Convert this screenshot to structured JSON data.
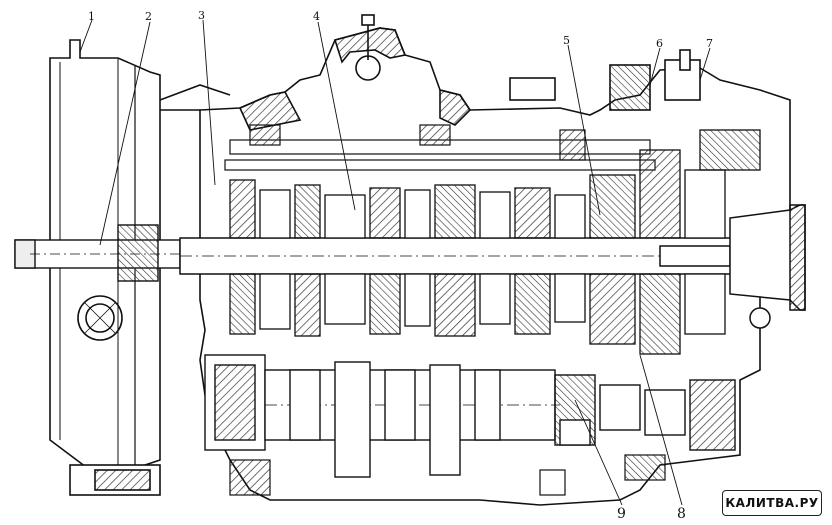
{
  "figure": {
    "callouts": [
      {
        "id": "1",
        "label": "1"
      },
      {
        "id": "2",
        "label": "2"
      },
      {
        "id": "3",
        "label": "3"
      },
      {
        "id": "4",
        "label": "4"
      },
      {
        "id": "5",
        "label": "5"
      },
      {
        "id": "6",
        "label": "6"
      },
      {
        "id": "7",
        "label": "7"
      },
      {
        "id": "8",
        "label": "8"
      },
      {
        "id": "9",
        "label": "9"
      }
    ]
  },
  "watermark": {
    "text": "КАЛИТВА.РУ"
  },
  "colors": {
    "ink": "#111111",
    "hatch": "#333333",
    "background": "#ffffff"
  }
}
